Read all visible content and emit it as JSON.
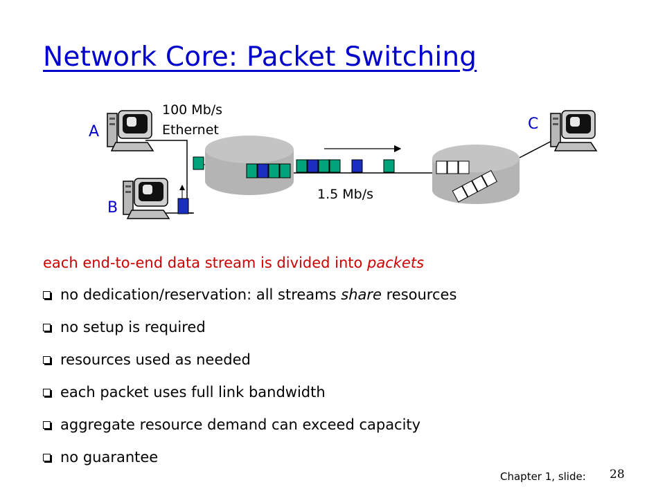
{
  "slide": {
    "title": "Network Core: Packet Switching",
    "diagram": {
      "link_a_label_line1": "100 Mb/s",
      "link_a_label_line2": "Ethernet",
      "link_core_label": "1.5 Mb/s",
      "host_a": "A",
      "host_b": "B",
      "host_c": "C",
      "colors": {
        "packet_green": "#00a37a",
        "packet_blue": "#1a2fc0",
        "router": "#b4b4b4",
        "host_label": "#0000cc"
      }
    },
    "intro": {
      "prefix": "each end-to-end data stream is divided into ",
      "emphasis": "packets"
    },
    "bullets": [
      {
        "parts": [
          "no dedication/reservation: all streams ",
          "share",
          " resources"
        ]
      },
      {
        "text": "no setup is required"
      },
      {
        "text": "resources used as needed"
      },
      {
        "text": "each packet uses full link bandwidth"
      },
      {
        "text": "aggregate resource demand can exceed capacity"
      },
      {
        "text": "no guarantee"
      }
    ],
    "footer": "Chapter 1, slide:",
    "page_number": "28"
  }
}
